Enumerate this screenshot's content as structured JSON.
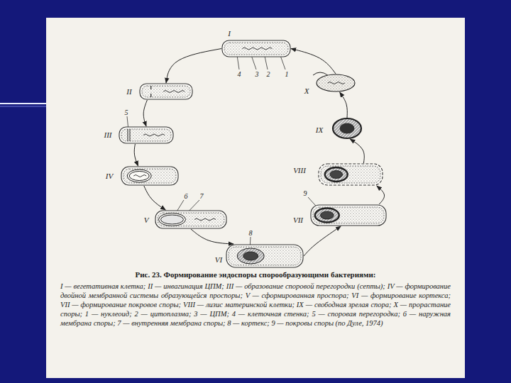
{
  "diagram": {
    "caption": "Рис. 23. Формирование эндоспоры спорообразующими бактериями:",
    "nodes": [
      {
        "text": [
          "I"
        ]
      },
      {
        "text": [
          "II"
        ]
      },
      {
        "text": [
          "III"
        ]
      },
      {
        "text": [
          "IV"
        ]
      },
      {
        "text": [
          "V"
        ]
      },
      {
        "text": [
          "VI"
        ]
      },
      {
        "text": [
          "VII"
        ]
      },
      {
        "text": [
          "VIII"
        ]
      },
      {
        "text": [
          "IX"
        ]
      },
      {
        "text": [
          "X"
        ]
      }
    ],
    "edges": [
      {
        "from": 0,
        "to": 1,
        "arrow": "to"
      },
      {
        "from": 1,
        "to": 2,
        "arrow": "to"
      },
      {
        "from": 2,
        "to": 3,
        "arrow": "to"
      },
      {
        "from": 3,
        "to": 4,
        "arrow": "to"
      },
      {
        "from": 4,
        "to": 5,
        "arrow": "to"
      },
      {
        "from": 5,
        "to": 6,
        "arrow": "to"
      },
      {
        "from": 6,
        "to": 7,
        "arrow": "to"
      },
      {
        "from": 7,
        "to": 8,
        "arrow": "to"
      },
      {
        "from": 8,
        "to": 9,
        "arrow": "to"
      },
      {
        "from": 9,
        "to": 0,
        "arrow": "to"
      }
    ],
    "labels": [
      "4",
      "3",
      "2",
      "1",
      "5",
      "6",
      "7",
      "8",
      "9",
      "I — вегетативная клетка; II — инвагинация ЦПМ; III — образование споровой перегородки (септы); IV — формирование двойной мембранной системы образующейся проспоры; V — сформированная проспора; VI — формирование кортекса; VII — формирование покровов споры; VIII — лизис материнской клетки; IX — свободная зрелая спора; X — прорастание споры; 1 — нуклеоид; 2 — цитоплазма; 3 — ЦПМ; 4 — клеточная стенка; 5 — споровая перегородка; 6 — наружная мембрана споры; 7 — внутренняя мембрана споры; 8 — кортекс; 9 — покровы споры (по Дуле, 1974)"
    ]
  }
}
